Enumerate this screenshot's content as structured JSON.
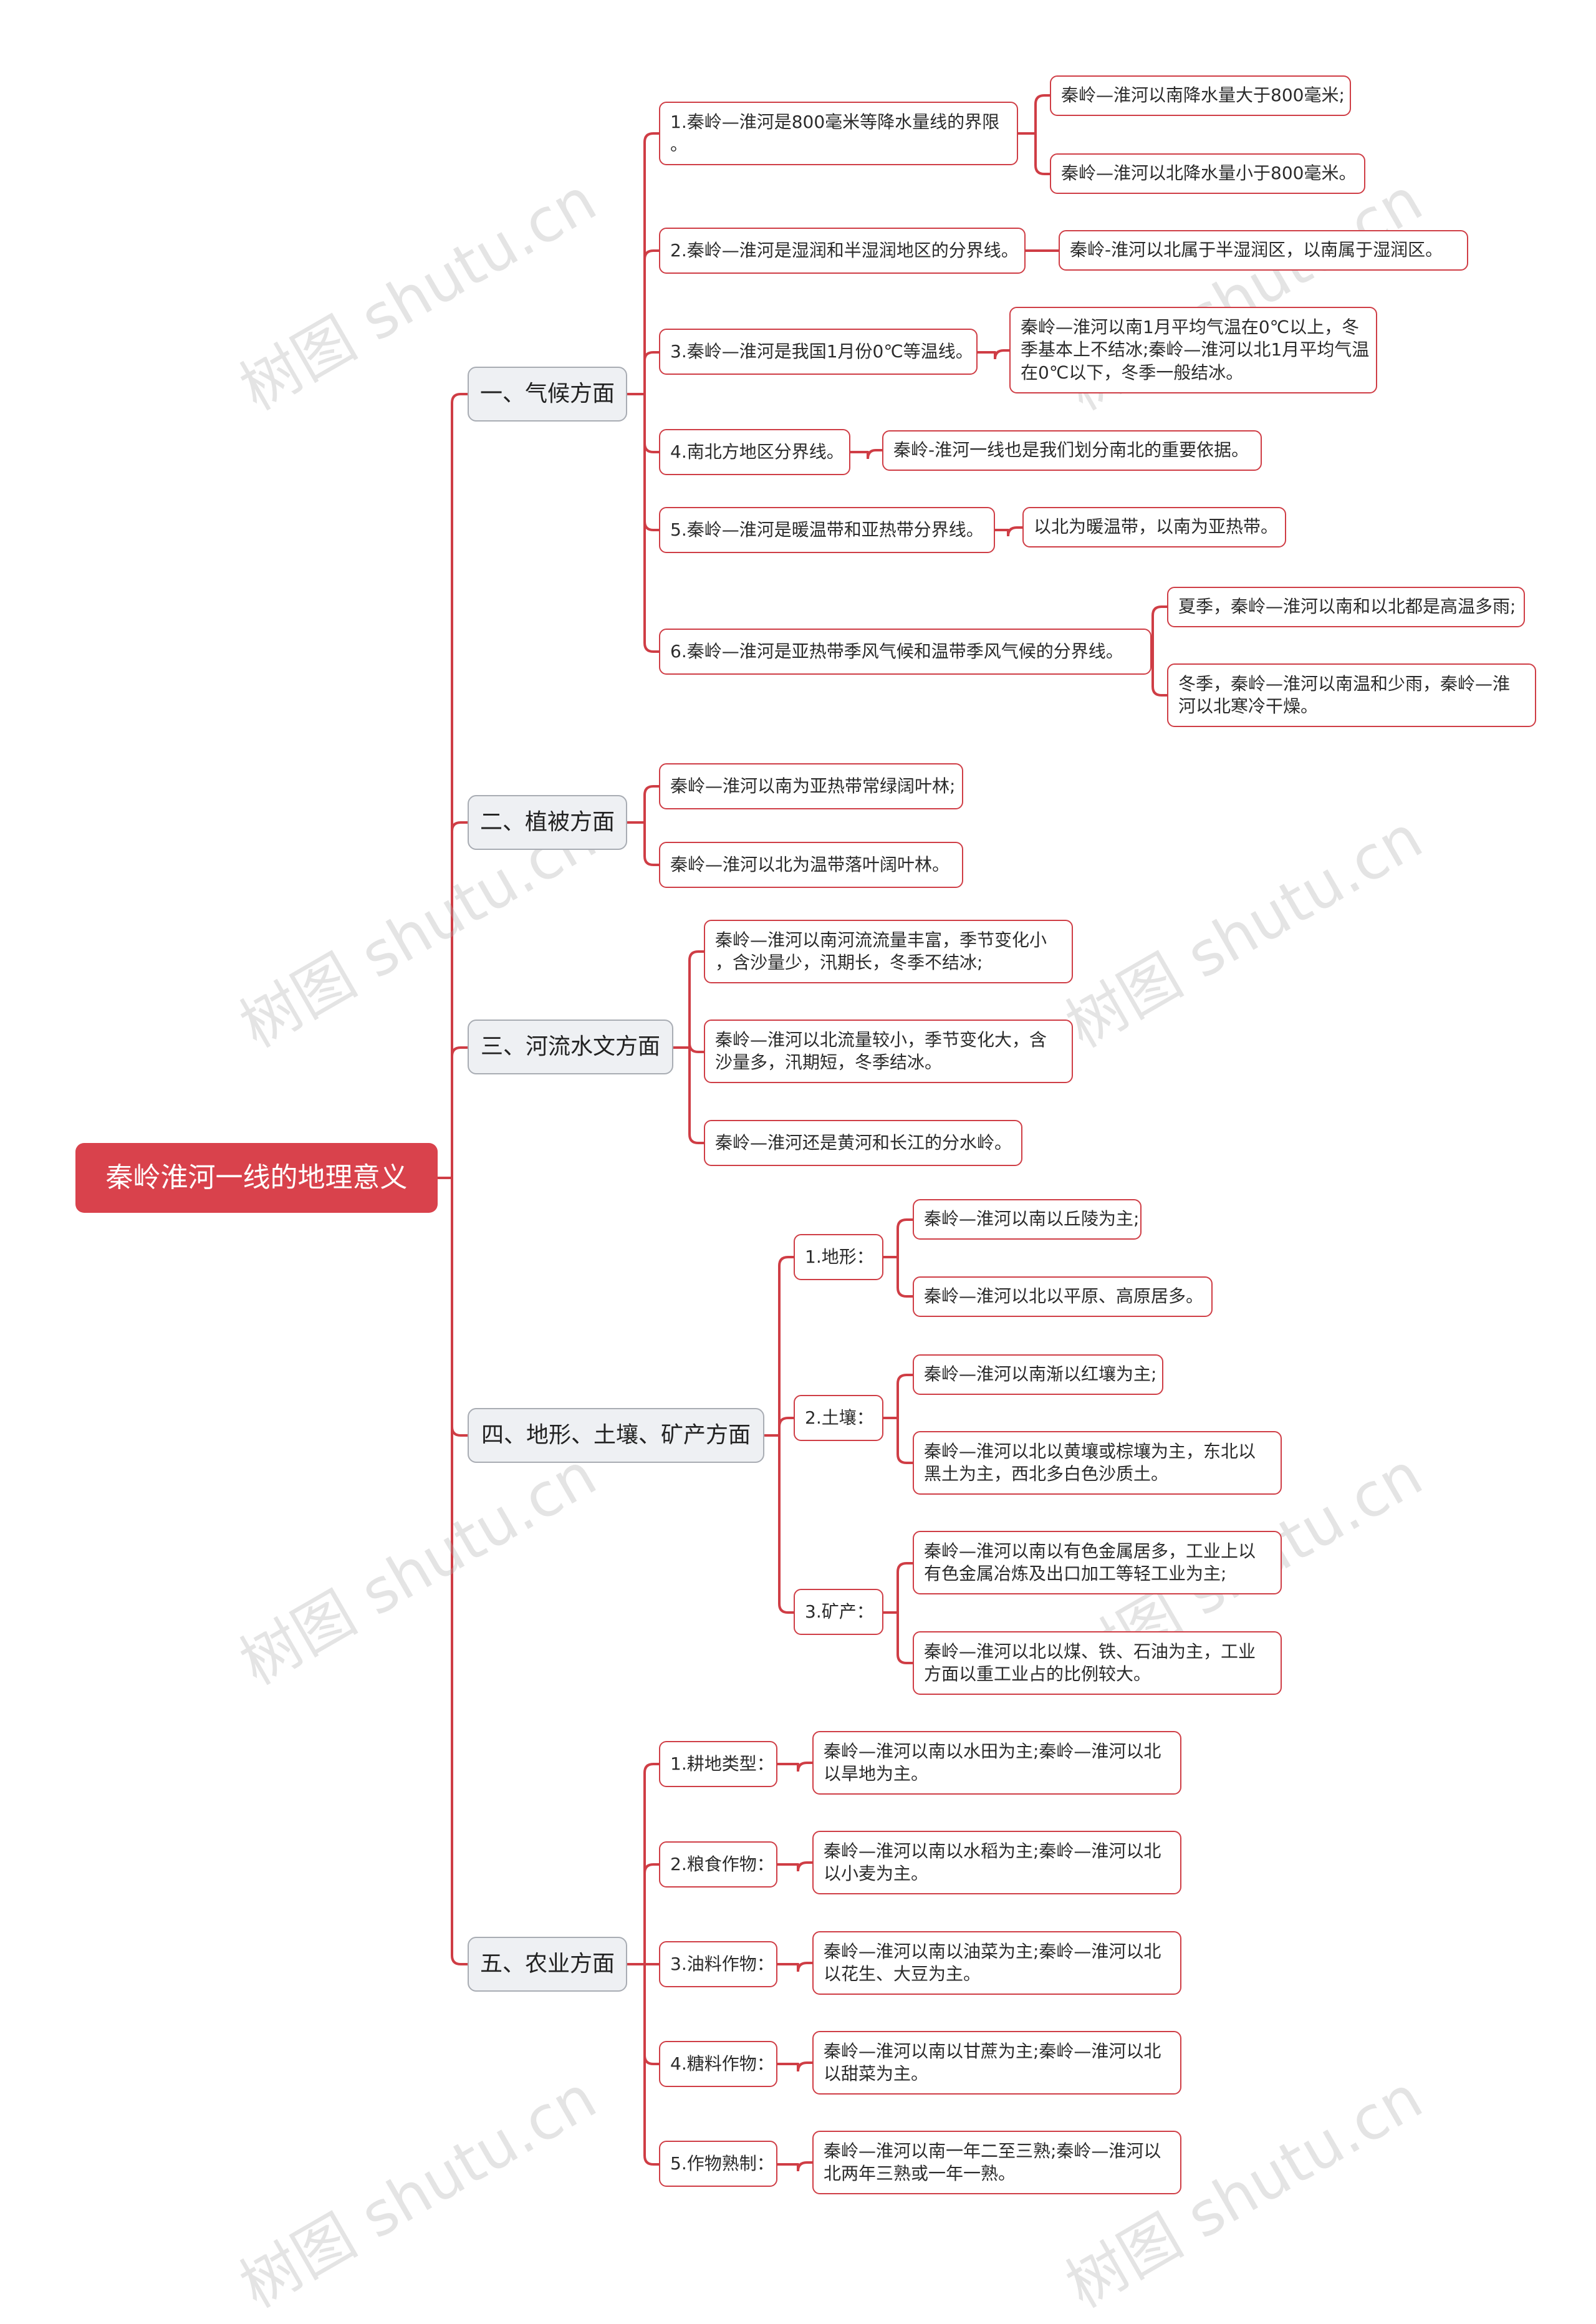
{
  "title": "秦岭淮河一线的地理意义",
  "watermark": "树图 shutu.cn",
  "colors": {
    "root": "#d9424c",
    "line": "#cf3d45",
    "category_bg": "#eef0f3"
  },
  "categories": [
    {
      "label": "一、气候方面",
      "items": [
        {
          "text": "1.秦岭—淮河是800毫米等降水量线的界限\n。",
          "children": [
            "秦岭—淮河以南降水量大于800毫米;",
            "秦岭—淮河以北降水量小于800毫米。"
          ]
        },
        {
          "text": "2.秦岭—淮河是湿润和半湿润地区的分界线。",
          "children": [
            "秦岭-淮河以北属于半湿润区，以南属于湿润区。"
          ]
        },
        {
          "text": "3.秦岭—淮河是我国1月份0℃等温线。",
          "children": [
            "秦岭—淮河以南1月平均气温在0℃以上，冬\n季基本上不结冰;秦岭—淮河以北1月平均气温\n在0℃以下，冬季一般结冰。"
          ]
        },
        {
          "text": "4.南北方地区分界线。",
          "children": [
            "秦岭-淮河一线也是我们划分南北的重要依据。"
          ]
        },
        {
          "text": "5.秦岭—淮河是暖温带和亚热带分界线。",
          "children": [
            "以北为暖温带，以南为亚热带。"
          ]
        },
        {
          "text": "6.秦岭—淮河是亚热带季风气候和温带季风气候的分界线。",
          "children": [
            "夏季，秦岭—淮河以南和以北都是高温多雨;",
            "冬季，秦岭—淮河以南温和少雨，秦岭—淮\n河以北寒冷干燥。"
          ]
        }
      ]
    },
    {
      "label": "二、植被方面",
      "items": [
        {
          "text": "秦岭—淮河以南为亚热带常绿阔叶林;",
          "children": []
        },
        {
          "text": "秦岭—淮河以北为温带落叶阔叶林。",
          "children": []
        }
      ]
    },
    {
      "label": "三、河流水文方面",
      "items": [
        {
          "text": "秦岭—淮河以南河流流量丰富，季节变化小\n，含沙量少，汛期长，冬季不结冰;",
          "children": []
        },
        {
          "text": "秦岭—淮河以北流量较小，季节变化大，含\n沙量多，汛期短，冬季结冰。",
          "children": []
        },
        {
          "text": "秦岭—淮河还是黄河和长江的分水岭。",
          "children": []
        }
      ]
    },
    {
      "label": "四、地形、土壤、矿产方面",
      "items": [
        {
          "text": "1.地形：",
          "children": [
            "秦岭—淮河以南以丘陵为主;",
            "秦岭—淮河以北以平原、高原居多。"
          ]
        },
        {
          "text": "2.土壤：",
          "children": [
            "秦岭—淮河以南渐以红壤为主;",
            "秦岭—淮河以北以黄壤或棕壤为主，东北以\n黑土为主，西北多白色沙质土。"
          ]
        },
        {
          "text": "3.矿产：",
          "children": [
            "秦岭—淮河以南以有色金属居多，工业上以\n有色金属冶炼及出口加工等轻工业为主;",
            "秦岭—淮河以北以煤、铁、石油为主，工业\n方面以重工业占的比例较大。"
          ]
        }
      ]
    },
    {
      "label": "五、农业方面",
      "items": [
        {
          "text": "1.耕地类型：",
          "children": [
            "秦岭—淮河以南以水田为主;秦岭—淮河以北\n以旱地为主。"
          ]
        },
        {
          "text": "2.粮食作物：",
          "children": [
            "秦岭—淮河以南以水稻为主;秦岭—淮河以北\n以小麦为主。"
          ]
        },
        {
          "text": "3.油料作物：",
          "children": [
            "秦岭—淮河以南以油菜为主;秦岭—淮河以北\n以花生、大豆为主。"
          ]
        },
        {
          "text": "4.糖料作物：",
          "children": [
            "秦岭—淮河以南以甘蔗为主;秦岭—淮河以北\n以甜菜为主。"
          ]
        },
        {
          "text": "5.作物熟制：",
          "children": [
            "秦岭—淮河以南一年二至三熟;秦岭—淮河以\n北两年三熟或一年一熟。"
          ]
        }
      ]
    }
  ]
}
